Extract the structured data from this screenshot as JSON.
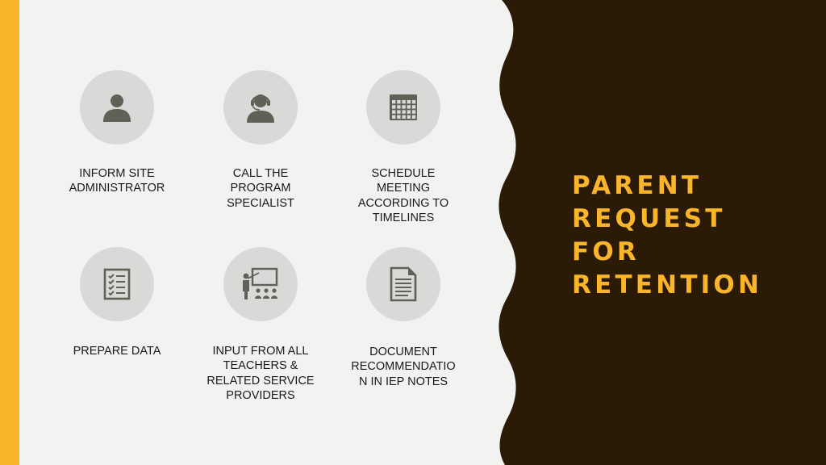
{
  "colors": {
    "accent": "#fbb52b",
    "dark_panel": "#2b1a05",
    "background": "#f2f2f1",
    "icon_fill": "#5e6155",
    "circle": "#d9d9d8"
  },
  "title": "PARENT\nREQUEST\nFOR\nRETENTION",
  "steps": [
    {
      "icon": "person-icon",
      "label": "INFORM SITE\nADMINISTRATOR"
    },
    {
      "icon": "headset-person-icon",
      "label": "CALL THE\nPROGRAM\nSPECIALIST"
    },
    {
      "icon": "calendar-icon",
      "label": "SCHEDULE\nMEETING\nACCORDING TO\nTIMELINES"
    },
    {
      "icon": "checklist-icon",
      "label": "PREPARE DATA"
    },
    {
      "icon": "presentation-icon",
      "label": "INPUT FROM ALL\nTEACHERS &\nRELATED SERVICE\nPROVIDERS"
    },
    {
      "icon": "document-icon",
      "label": "DOCUMENT\nRECOMMENDATIO\nN IN IEP NOTES"
    }
  ]
}
